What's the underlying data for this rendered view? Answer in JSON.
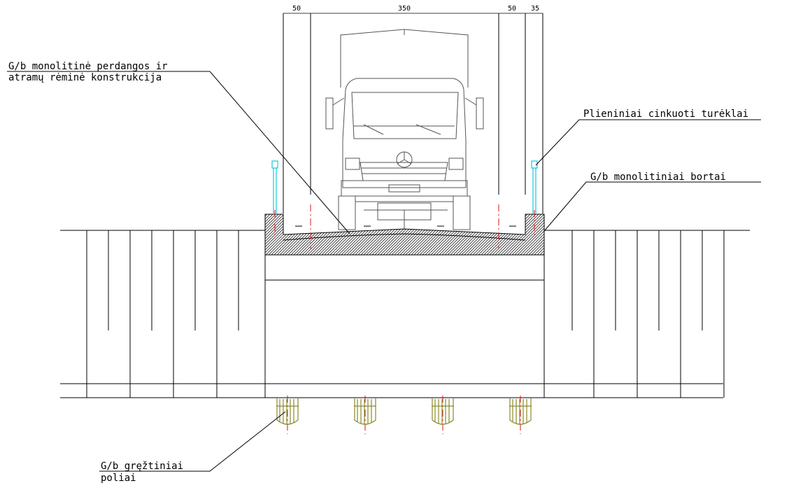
{
  "labels": {
    "frame_structure_line1": "G/b monolitinė perdangos ir",
    "frame_structure_line2": "atramų rėminė konstrukcija",
    "railings": "Plieniniai cinkuoti turėklai",
    "curbs": "G/b monolitiniai bortai",
    "piles_line1": "G/b gręžtiniai",
    "piles_line2": "poliai"
  },
  "dimensions": {
    "left_offset": "50",
    "carriageway": "350",
    "right_offset": "50",
    "right_curb": "35"
  },
  "colors": {
    "lines": "#000000",
    "axis": "#e01010",
    "railing": "#10c8e0",
    "pile": "#8a8a2a"
  }
}
